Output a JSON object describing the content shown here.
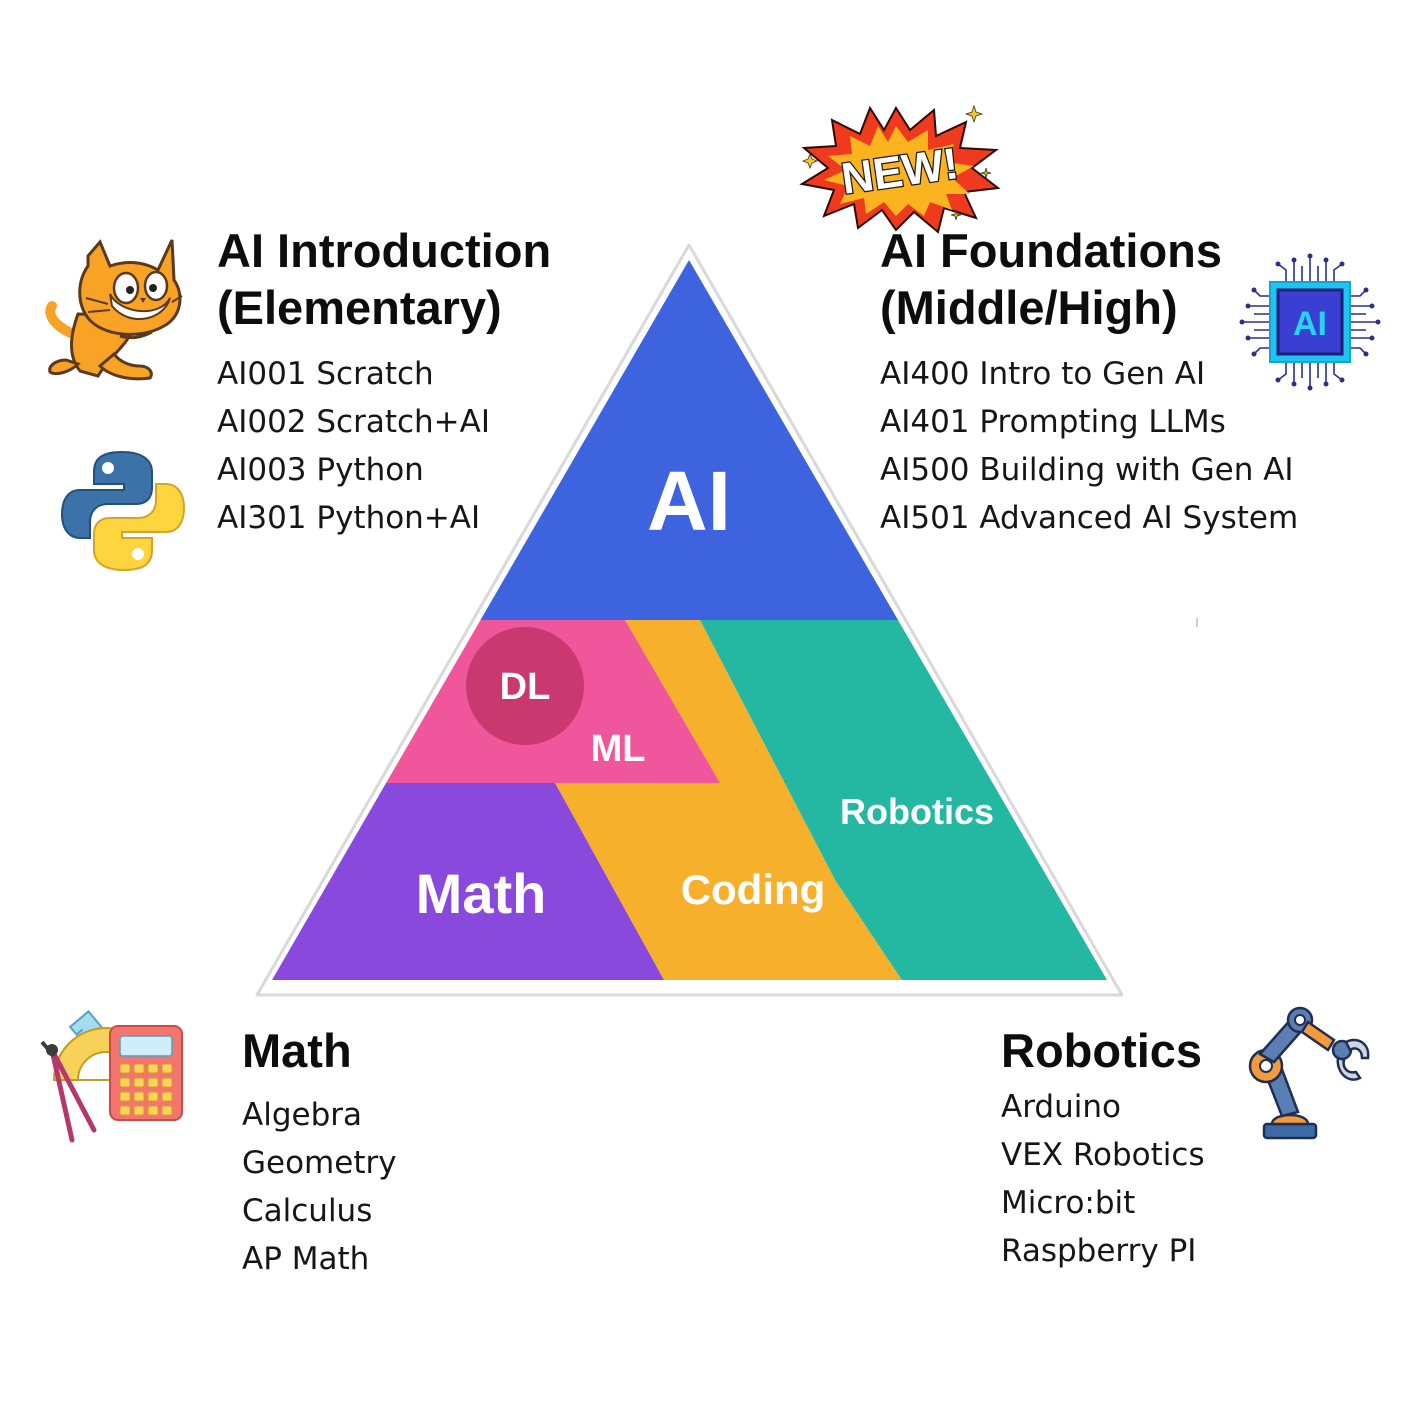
{
  "blocks": {
    "ai_intro": {
      "heading_line1": "AI Introduction",
      "heading_line2": "(Elementary)",
      "courses": [
        "AI001 Scratch",
        "AI002 Scratch+AI",
        "AI003 Python",
        "AI301 Python+AI"
      ]
    },
    "ai_foundations": {
      "badge": "NEW!",
      "heading_line1": "AI Foundations",
      "heading_line2": "(Middle/High)",
      "courses": [
        "AI400 Intro to Gen AI",
        "AI401 Prompting LLMs",
        "AI500 Building with Gen AI",
        "AI501 Advanced AI System"
      ]
    },
    "math": {
      "heading": "Math",
      "courses": [
        "Algebra",
        "Geometry",
        "Calculus",
        "AP Math"
      ]
    },
    "robotics": {
      "heading": "Robotics",
      "courses": [
        "Arduino",
        "VEX Robotics",
        "Micro:bit",
        "Raspberry PI"
      ]
    }
  },
  "pyramid": {
    "labels": {
      "ai": "AI",
      "dl": "DL",
      "ml": "ML",
      "math": "Math",
      "coding": "Coding",
      "robotics": "Robotics"
    },
    "colors": {
      "ai": "#3d63df",
      "ml": "#f0569b",
      "dl": "#c9386f",
      "coding": "#f7b02b",
      "robotics": "#24b8a3",
      "math": "#8a49dd"
    }
  },
  "icons": {
    "ai_intro": [
      "scratch-cat-icon",
      "python-logo-icon"
    ],
    "ai_foundations": [
      "ai-chip-icon"
    ],
    "math": [
      "calculator-tools-icon"
    ],
    "robotics": [
      "robot-arm-icon"
    ]
  },
  "icon_text": {
    "ai_chip": "AI"
  }
}
